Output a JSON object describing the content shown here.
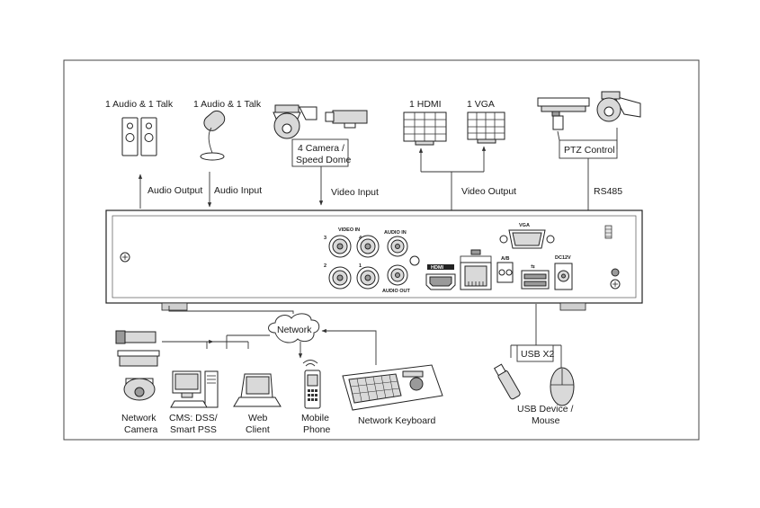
{
  "top_labels": {
    "audio_talk_1": "1 Audio  & 1 Talk",
    "audio_talk_2": "1 Audio & 1 Talk",
    "camera": "4  Camera /",
    "speed_dome": "Speed Dome",
    "hdmi": "1 HDMI",
    "vga": "1 VGA",
    "ptz_control": "PTZ Control"
  },
  "connections": {
    "audio_output": "Audio  Output",
    "audio_input": "Audio  Input",
    "video_input": "Video Input",
    "video_output": "Video Output",
    "rs485": "RS485"
  },
  "panel": {
    "video_in": "VIDEO IN",
    "audio_in": "AUDIO IN",
    "audio_out": "AUDIO OUT",
    "vga": "VGA",
    "hdmi": "HDMI",
    "ab": "A/B",
    "power": "DC12V",
    "ch1": "1",
    "ch2": "2",
    "ch3": "3",
    "ch4": "4"
  },
  "bottom_labels": {
    "network": "Network",
    "network_camera_1": "Network",
    "network_camera_2": "Camera",
    "cms_1": "CMS: DSS/",
    "cms_2": "Smart PSS",
    "web_1": "Web",
    "web_2": "Client",
    "mobile_1": "Mobile",
    "mobile_2": "Phone",
    "keyboard": "Network Keyboard",
    "usb": "USB X2",
    "usb_device_1": "USB Device /",
    "usb_device_2": "Mouse"
  }
}
